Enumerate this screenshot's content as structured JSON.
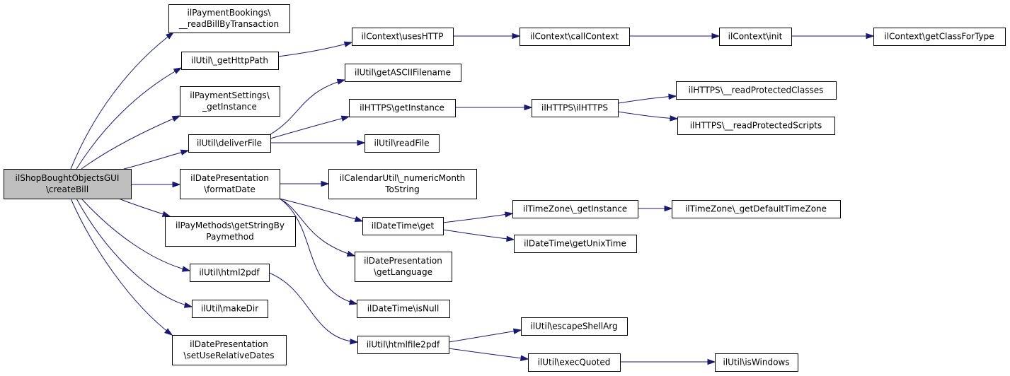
{
  "diagram": {
    "colors": {
      "edge": "#191970",
      "node_border": "#000000",
      "root_fill": "#bfbfbf",
      "node_fill": "#ffffff"
    },
    "nodes": [
      {
        "id": "root",
        "lines": [
          "ilShopBoughtObjectsGUI",
          "\\createBill"
        ]
      },
      {
        "id": "n1",
        "lines": [
          "ilPaymentBookings\\",
          "__readBillByTransaction"
        ]
      },
      {
        "id": "n2",
        "lines": [
          "ilUtil\\_getHttpPath"
        ]
      },
      {
        "id": "n3",
        "lines": [
          "ilPaymentSettings\\",
          "_getInstance"
        ]
      },
      {
        "id": "n4",
        "lines": [
          "ilUtil\\deliverFile"
        ]
      },
      {
        "id": "n5",
        "lines": [
          "ilDatePresentation",
          "\\formatDate"
        ]
      },
      {
        "id": "n6",
        "lines": [
          "ilPayMethods\\getStringBy",
          "Paymethod"
        ]
      },
      {
        "id": "n7",
        "lines": [
          "ilUtil\\html2pdf"
        ]
      },
      {
        "id": "n8",
        "lines": [
          "ilUtil\\makeDir"
        ]
      },
      {
        "id": "n9",
        "lines": [
          "ilDatePresentation",
          "\\setUseRelativeDates"
        ]
      },
      {
        "id": "n10",
        "lines": [
          "ilContext\\usesHTTP"
        ]
      },
      {
        "id": "n11",
        "lines": [
          "ilContext\\callContext"
        ]
      },
      {
        "id": "n12",
        "lines": [
          "ilContext\\init"
        ]
      },
      {
        "id": "n13",
        "lines": [
          "ilContext\\getClassForType"
        ]
      },
      {
        "id": "n14",
        "lines": [
          "ilUtil\\getASCIIFilename"
        ]
      },
      {
        "id": "n15",
        "lines": [
          "ilHTTPS\\getInstance"
        ]
      },
      {
        "id": "n16",
        "lines": [
          "ilHTTPS\\ilHTTPS"
        ]
      },
      {
        "id": "n17",
        "lines": [
          "ilHTTPS\\__readProtectedClasses"
        ]
      },
      {
        "id": "n18",
        "lines": [
          "ilHTTPS\\__readProtectedScripts"
        ]
      },
      {
        "id": "n19",
        "lines": [
          "ilUtil\\readFile"
        ]
      },
      {
        "id": "n20",
        "lines": [
          "ilCalendarUtil\\_numericMonth",
          "ToString"
        ]
      },
      {
        "id": "n21",
        "lines": [
          "ilDateTime\\get"
        ]
      },
      {
        "id": "n22",
        "lines": [
          "ilTimeZone\\_getInstance"
        ]
      },
      {
        "id": "n23",
        "lines": [
          "ilTimeZone\\_getDefaultTimeZone"
        ]
      },
      {
        "id": "n24",
        "lines": [
          "ilDateTime\\getUnixTime"
        ]
      },
      {
        "id": "n25",
        "lines": [
          "ilDatePresentation",
          "\\getLanguage"
        ]
      },
      {
        "id": "n26",
        "lines": [
          "ilDateTime\\isNull"
        ]
      },
      {
        "id": "n27",
        "lines": [
          "ilUtil\\htmlfile2pdf"
        ]
      },
      {
        "id": "n28",
        "lines": [
          "ilUtil\\escapeShellArg"
        ]
      },
      {
        "id": "n29",
        "lines": [
          "ilUtil\\execQuoted"
        ]
      },
      {
        "id": "n30",
        "lines": [
          "ilUtil\\isWindows"
        ]
      }
    ],
    "edges": [
      [
        "root",
        "n1"
      ],
      [
        "root",
        "n2"
      ],
      [
        "root",
        "n3"
      ],
      [
        "root",
        "n4"
      ],
      [
        "root",
        "n5"
      ],
      [
        "root",
        "n6"
      ],
      [
        "root",
        "n7"
      ],
      [
        "root",
        "n8"
      ],
      [
        "root",
        "n9"
      ],
      [
        "n2",
        "n10"
      ],
      [
        "n10",
        "n11"
      ],
      [
        "n11",
        "n12"
      ],
      [
        "n12",
        "n13"
      ],
      [
        "n4",
        "n14"
      ],
      [
        "n4",
        "n15"
      ],
      [
        "n4",
        "n19"
      ],
      [
        "n15",
        "n16"
      ],
      [
        "n16",
        "n17"
      ],
      [
        "n16",
        "n18"
      ],
      [
        "n5",
        "n20"
      ],
      [
        "n5",
        "n21"
      ],
      [
        "n5",
        "n25"
      ],
      [
        "n5",
        "n26"
      ],
      [
        "n21",
        "n22"
      ],
      [
        "n21",
        "n24"
      ],
      [
        "n22",
        "n23"
      ],
      [
        "n7",
        "n27"
      ],
      [
        "n27",
        "n28"
      ],
      [
        "n27",
        "n29"
      ],
      [
        "n29",
        "n30"
      ]
    ]
  }
}
